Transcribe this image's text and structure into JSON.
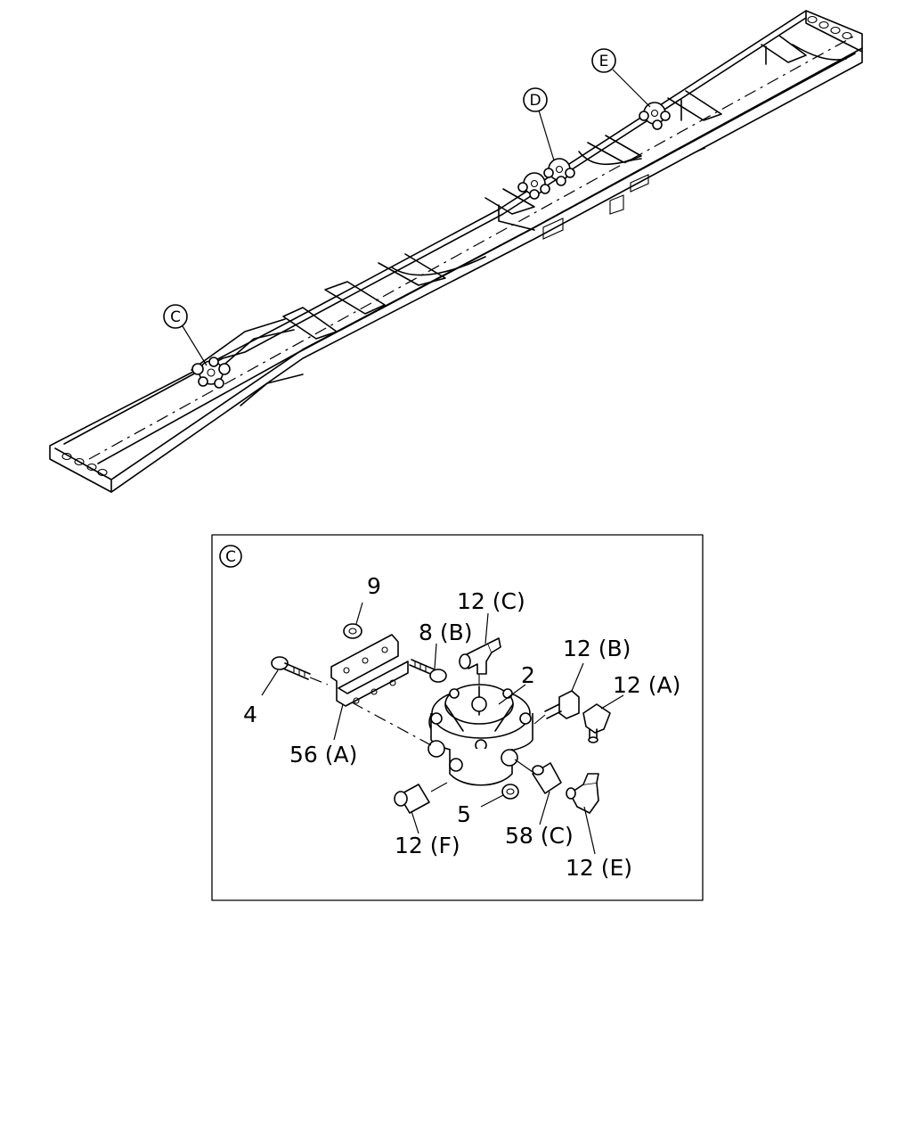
{
  "callouts": {
    "c_top": "C",
    "d_top": "D",
    "e_top": "E",
    "detail": "C"
  },
  "labels": {
    "l9": "9",
    "l12c": "12 (C)",
    "l8b": "8 (B)",
    "l2": "2",
    "l12b": "12 (B)",
    "l12a": "12 (A)",
    "l4": "4",
    "l56a": "56 (A)",
    "l5": "5",
    "l58c": "58 (C)",
    "l12f": "12 (F)",
    "l12e": "12 (E)"
  }
}
